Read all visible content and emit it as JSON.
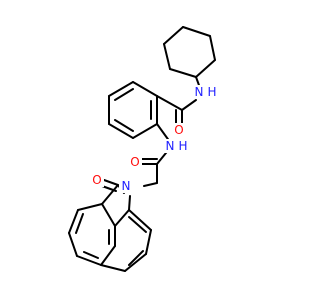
{
  "molecule": {
    "atom_labels": {
      "amide_n1_label": "N",
      "amide_n1_h_label": "H",
      "carbonyl_o1_label": "O",
      "amide_n2_label": "N",
      "amide_n2_h_label": "H",
      "carbonyl_o2_label": "O",
      "lactam_n_label": "N",
      "lactam_o_label": "O"
    },
    "colors": {
      "bond": "#000000",
      "nitrogen": "#1f1fff",
      "oxygen": "#ff0d0d",
      "background": "#ffffff"
    }
  }
}
